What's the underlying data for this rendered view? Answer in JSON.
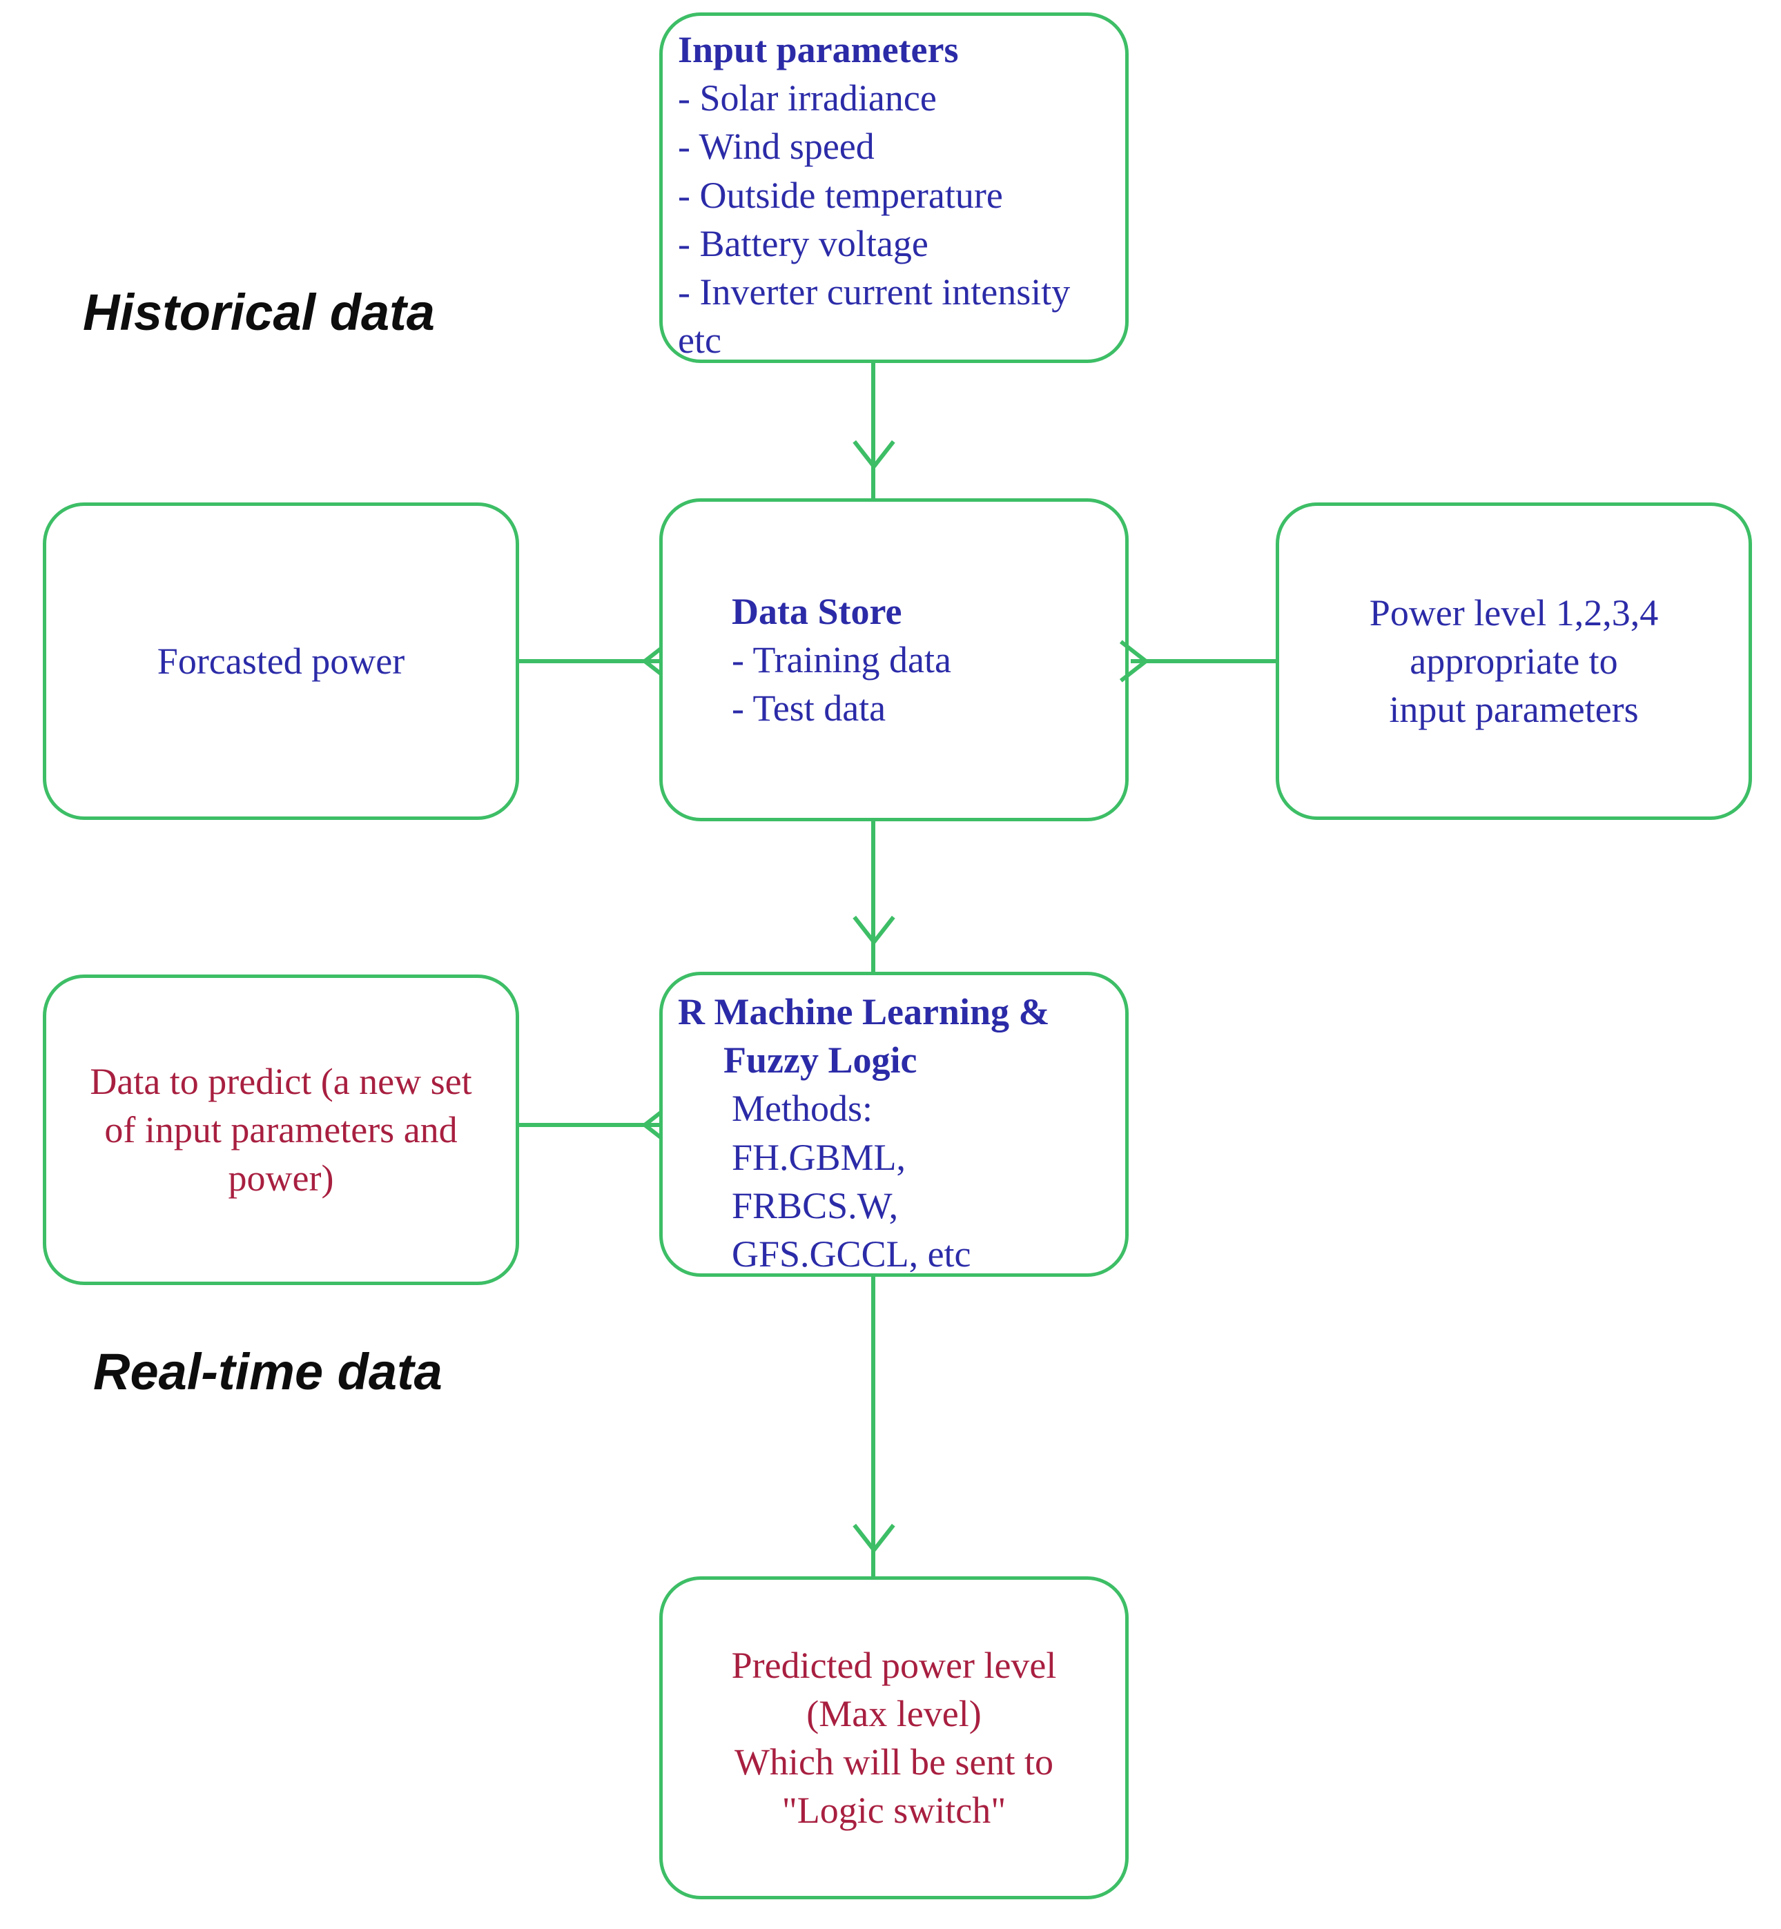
{
  "diagram": {
    "title_colors": {
      "connector_green": "#3dbe66",
      "text_blue": "#2b2ba8",
      "text_crimson": "#a81f40",
      "label_black": "#0d0d0d"
    },
    "section_labels": [
      {
        "id": "historical",
        "text": "Historical data"
      },
      {
        "id": "realtime",
        "text": "Real-time data"
      }
    ],
    "nodes": {
      "input_parameters": {
        "heading": "Input parameters",
        "lines": [
          "- Solar irradiance",
          "- Wind speed",
          "- Outside temperature",
          "- Battery voltage",
          "- Inverter current intensity",
          "etc"
        ]
      },
      "forecasted_power": {
        "lines": [
          "Forcasted power"
        ]
      },
      "data_store": {
        "heading": "Data Store",
        "lines": [
          "- Training data",
          "- Test data"
        ]
      },
      "power_level": {
        "lines": [
          "Power level 1,2,3,4",
          "appropriate to",
          "input parameters"
        ]
      },
      "data_to_predict": {
        "lines": [
          "Data to predict (a new set",
          "of input parameters and",
          "power)"
        ]
      },
      "ml_fuzzy": {
        "heading_lines": [
          "R Machine Learning &",
          "Fuzzy Logic"
        ],
        "lines": [
          "Methods:",
          "FH.GBML,",
          "FRBCS.W,",
          "GFS.GCCL, etc"
        ]
      },
      "predicted_power": {
        "lines": [
          "Predicted power level",
          "(Max level)",
          "Which will be sent to",
          "\"Logic switch\""
        ]
      }
    },
    "edges": [
      {
        "id": "input-to-datastore",
        "from": "input_parameters",
        "to": "data_store",
        "direction": "down"
      },
      {
        "id": "forecasted-to-datastore",
        "from": "forecasted_power",
        "to": "data_store",
        "direction": "right"
      },
      {
        "id": "powerlevel-to-datastore",
        "from": "power_level",
        "to": "data_store",
        "direction": "left"
      },
      {
        "id": "datastore-to-ml",
        "from": "data_store",
        "to": "ml_fuzzy",
        "direction": "down"
      },
      {
        "id": "predict-to-ml",
        "from": "data_to_predict",
        "to": "ml_fuzzy",
        "direction": "right"
      },
      {
        "id": "ml-to-predicted",
        "from": "ml_fuzzy",
        "to": "predicted_power",
        "direction": "down"
      }
    ]
  }
}
